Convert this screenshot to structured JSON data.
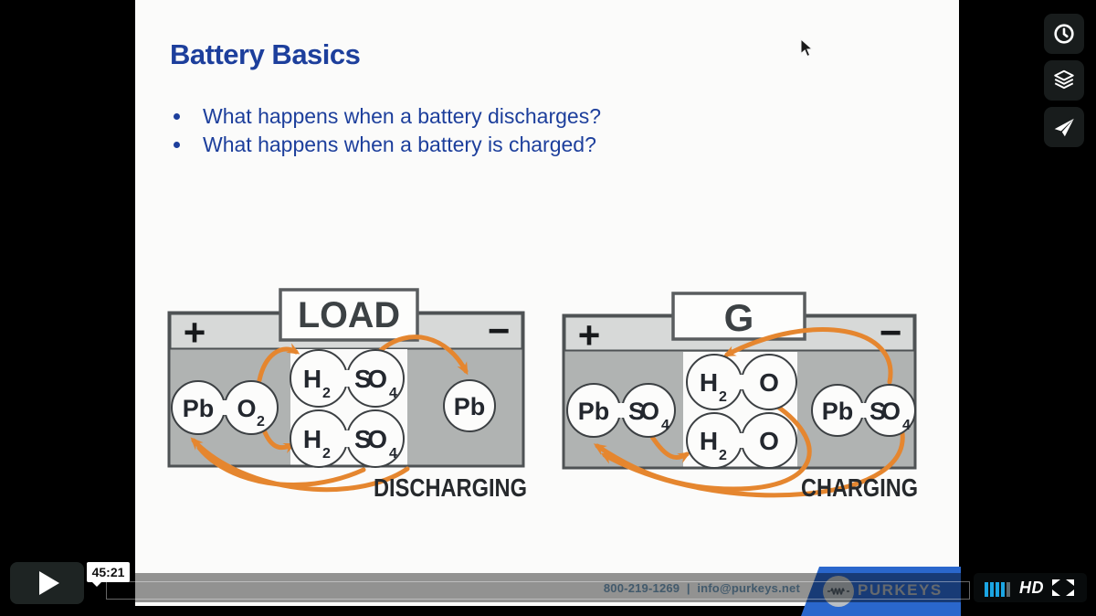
{
  "colors": {
    "accent_orange": "#e5862f",
    "title_blue": "#1d3f9c",
    "brand_blue": "#2a67cc",
    "volume_blue": "#1ba5e3"
  },
  "player": {
    "time_tooltip": "45:21",
    "hd_badge": "HD",
    "volume_level": "4 of 5 bars",
    "sidebar_icons": [
      "clock",
      "layers",
      "paper-plane"
    ]
  },
  "slide": {
    "title": "Battery Basics",
    "bullets": [
      "What happens when a battery discharges?",
      "What happens when a battery is charged?"
    ],
    "footer": {
      "phone": "800-219-1269",
      "divider": "|",
      "email": "info@purkeys.net",
      "brand": "PURKEYS"
    }
  },
  "diagram": {
    "left": {
      "device": "LOAD",
      "caption": "DISCHARGING",
      "plus": "+",
      "minus": "−"
    },
    "right": {
      "device": "G",
      "caption": "CHARGING",
      "plus": "+",
      "minus": "−"
    },
    "molecules": {
      "pb": {
        "main": "Pb",
        "sub": ""
      },
      "o2": {
        "main": "O",
        "sub": "2"
      },
      "h2": {
        "main": "H",
        "sub": "2"
      },
      "so4": {
        "main": "SO",
        "sub": "4"
      },
      "o": {
        "main": "O",
        "sub": ""
      }
    }
  }
}
